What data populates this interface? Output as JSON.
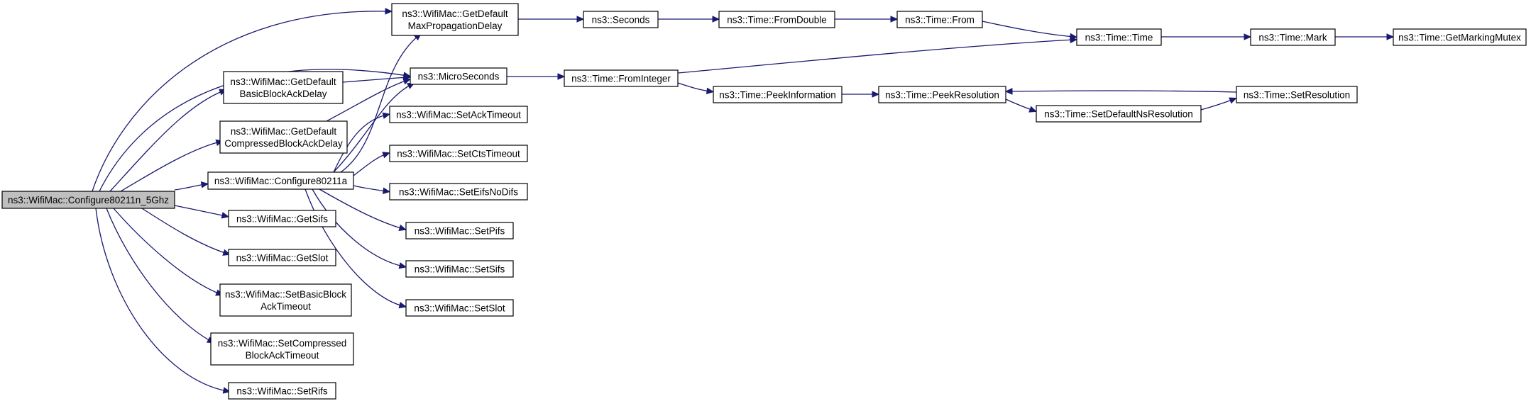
{
  "nodes": [
    {
      "id": "configure80211n_5ghz",
      "lines": [
        "ns3::WifiMac::Configure80211n_5Ghz"
      ],
      "root": true
    },
    {
      "id": "getdefault_maxprop",
      "lines": [
        "ns3::WifiMac::GetDefault",
        "MaxPropagationDelay"
      ]
    },
    {
      "id": "microseconds",
      "lines": [
        "ns3::MicroSeconds"
      ]
    },
    {
      "id": "getdefault_basicblockack",
      "lines": [
        "ns3::WifiMac::GetDefault",
        "BasicBlockAckDelay"
      ]
    },
    {
      "id": "getdefault_compressedblockack",
      "lines": [
        "ns3::WifiMac::GetDefault",
        "CompressedBlockAckDelay"
      ]
    },
    {
      "id": "configure80211a",
      "lines": [
        "ns3::WifiMac::Configure80211a"
      ]
    },
    {
      "id": "getsifs",
      "lines": [
        "ns3::WifiMac::GetSifs"
      ]
    },
    {
      "id": "getslot",
      "lines": [
        "ns3::WifiMac::GetSlot"
      ]
    },
    {
      "id": "setbasicblockacktimeout",
      "lines": [
        "ns3::WifiMac::SetBasicBlock",
        "AckTimeout"
      ]
    },
    {
      "id": "setcompressedblockacktimeout",
      "lines": [
        "ns3::WifiMac::SetCompressed",
        "BlockAckTimeout"
      ]
    },
    {
      "id": "setrifs",
      "lines": [
        "ns3::WifiMac::SetRifs"
      ]
    },
    {
      "id": "setacktimeout",
      "lines": [
        "ns3::WifiMac::SetAckTimeout"
      ]
    },
    {
      "id": "setctstimeout",
      "lines": [
        "ns3::WifiMac::SetCtsTimeout"
      ]
    },
    {
      "id": "seteifsnodifs",
      "lines": [
        "ns3::WifiMac::SetEifsNoDifs"
      ]
    },
    {
      "id": "setpifs",
      "lines": [
        "ns3::WifiMac::SetPifs"
      ]
    },
    {
      "id": "setsifs",
      "lines": [
        "ns3::WifiMac::SetSifs"
      ]
    },
    {
      "id": "setslot",
      "lines": [
        "ns3::WifiMac::SetSlot"
      ]
    },
    {
      "id": "seconds",
      "lines": [
        "ns3::Seconds"
      ]
    },
    {
      "id": "fromdouble",
      "lines": [
        "ns3::Time::FromDouble"
      ]
    },
    {
      "id": "from",
      "lines": [
        "ns3::Time::From"
      ]
    },
    {
      "id": "time",
      "lines": [
        "ns3::Time::Time"
      ]
    },
    {
      "id": "mark",
      "lines": [
        "ns3::Time::Mark"
      ]
    },
    {
      "id": "getmarkingmutex",
      "lines": [
        "ns3::Time::GetMarkingMutex"
      ]
    },
    {
      "id": "frominteger",
      "lines": [
        "ns3::Time::FromInteger"
      ]
    },
    {
      "id": "peekinformation",
      "lines": [
        "ns3::Time::PeekInformation"
      ]
    },
    {
      "id": "peekresolution",
      "lines": [
        "ns3::Time::PeekResolution"
      ]
    },
    {
      "id": "setdefaultnsresolution",
      "lines": [
        "ns3::Time::SetDefaultNsResolution"
      ]
    },
    {
      "id": "setresolution",
      "lines": [
        "ns3::Time::SetResolution"
      ]
    }
  ],
  "edges": [
    [
      "configure80211n_5ghz",
      "getdefault_maxprop"
    ],
    [
      "configure80211n_5ghz",
      "microseconds"
    ],
    [
      "configure80211n_5ghz",
      "getdefault_basicblockack"
    ],
    [
      "configure80211n_5ghz",
      "getdefault_compressedblockack"
    ],
    [
      "configure80211n_5ghz",
      "configure80211a"
    ],
    [
      "configure80211n_5ghz",
      "getsifs"
    ],
    [
      "configure80211n_5ghz",
      "getslot"
    ],
    [
      "configure80211n_5ghz",
      "setbasicblockacktimeout"
    ],
    [
      "configure80211n_5ghz",
      "setcompressedblockacktimeout"
    ],
    [
      "configure80211n_5ghz",
      "setrifs"
    ],
    [
      "getdefault_maxprop",
      "seconds"
    ],
    [
      "seconds",
      "fromdouble"
    ],
    [
      "fromdouble",
      "from"
    ],
    [
      "from",
      "time"
    ],
    [
      "time",
      "mark"
    ],
    [
      "mark",
      "getmarkingmutex"
    ],
    [
      "microseconds",
      "frominteger"
    ],
    [
      "frominteger",
      "time"
    ],
    [
      "frominteger",
      "peekinformation"
    ],
    [
      "peekinformation",
      "peekresolution"
    ],
    [
      "peekresolution",
      "setdefaultnsresolution"
    ],
    [
      "setdefaultnsresolution",
      "setresolution"
    ],
    [
      "setresolution",
      "peekresolution"
    ],
    [
      "getdefault_basicblockack",
      "microseconds"
    ],
    [
      "getdefault_compressedblockack",
      "microseconds"
    ],
    [
      "configure80211a",
      "getdefault_maxprop"
    ],
    [
      "configure80211a",
      "microseconds"
    ],
    [
      "configure80211a",
      "setacktimeout"
    ],
    [
      "configure80211a",
      "setctstimeout"
    ],
    [
      "configure80211a",
      "seteifsnodifs"
    ],
    [
      "configure80211a",
      "setpifs"
    ],
    [
      "configure80211a",
      "setsifs"
    ],
    [
      "configure80211a",
      "setslot"
    ]
  ],
  "colors": {
    "edge": "#191970",
    "node_border": "#000000",
    "root_fill": "#bfbfbf",
    "node_fill": "#ffffff"
  }
}
